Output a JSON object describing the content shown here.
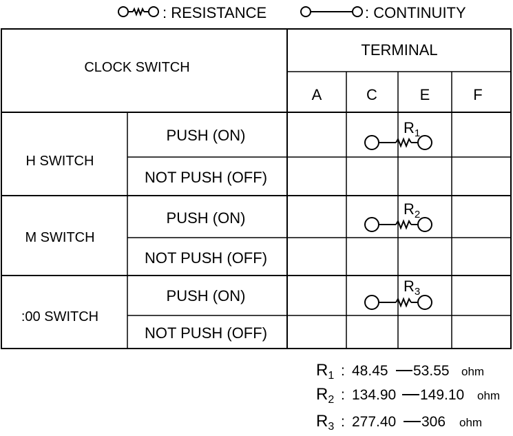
{
  "legend": {
    "resistance": ": RESISTANCE",
    "continuity": ": CONTINUITY"
  },
  "header": {
    "clock_switch": "CLOCK SWITCH",
    "terminal": "TERMINAL",
    "terminals": [
      "A",
      "C",
      "E",
      "F"
    ]
  },
  "rows": [
    {
      "switch": "H SWITCH",
      "states": [
        "PUSH (ON)",
        "NOT PUSH (OFF)"
      ],
      "resistor": {
        "letter": "R",
        "sub": "1"
      }
    },
    {
      "switch": "M SWITCH",
      "states": [
        "PUSH (ON)",
        "NOT PUSH (OFF)"
      ],
      "resistor": {
        "letter": "R",
        "sub": "2"
      }
    },
    {
      "switch": ":00 SWITCH",
      "states": [
        "PUSH (ON)",
        "NOT PUSH (OFF)"
      ],
      "resistor": {
        "letter": "R",
        "sub": "3"
      }
    }
  ],
  "specs": [
    {
      "letter": "R",
      "sub": "1",
      "sep": ":",
      "low": "48.45",
      "high": "53.55",
      "unit": "ohm"
    },
    {
      "letter": "R",
      "sub": "2",
      "sep": ":",
      "low": "134.90",
      "high": "149.10",
      "unit": "ohm"
    },
    {
      "letter": "R",
      "sub": "3",
      "sep": ":",
      "low": "277.40",
      "high": "306",
      "unit": "ohm"
    }
  ]
}
